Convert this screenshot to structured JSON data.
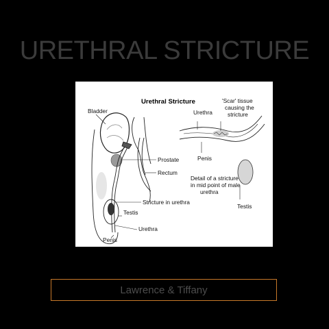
{
  "slide": {
    "title": "URETHRAL STRICTURE",
    "credit": "Lawrence & Tiffany"
  },
  "figure": {
    "title": "Urethral Stricture",
    "labels": {
      "bladder": "Bladder",
      "prostate": "Prostate",
      "rectum": "Rectum",
      "stricture_in_urethra": "Stricture in urethra",
      "testis_left": "Testis",
      "urethra_left": "Urethra",
      "penis_left": "Penis",
      "urethra_right": "Urethra",
      "scar_line1": "'Scar' tissue",
      "scar_line2": "causing the",
      "scar_line3": "stricture",
      "penis_right": "Penis",
      "detail_line1": "Detail of a stricture",
      "detail_line2": "in mid point of male",
      "detail_line3": "urethra",
      "testis_right": "Testis"
    }
  }
}
